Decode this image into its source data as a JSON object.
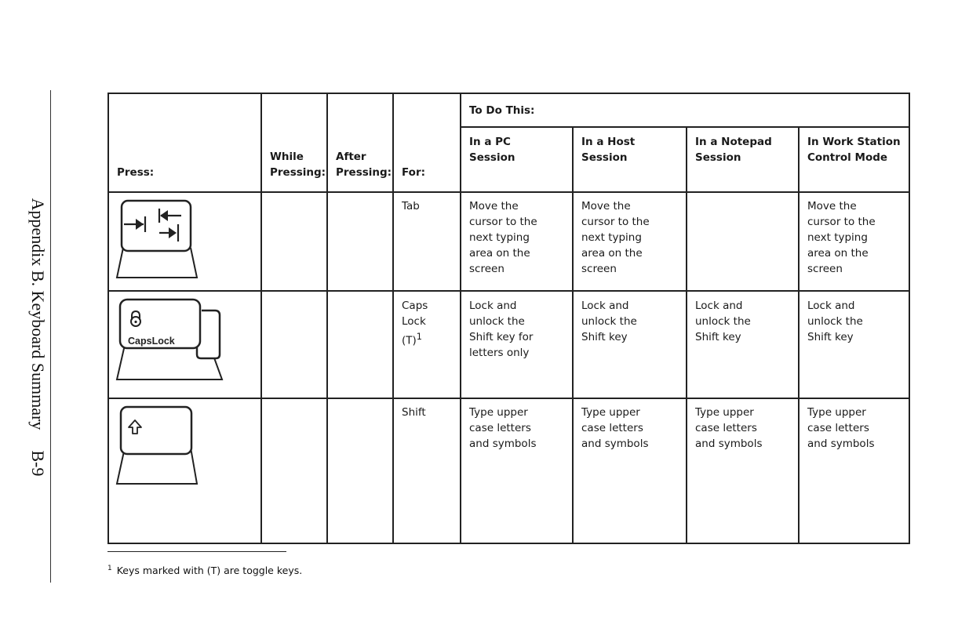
{
  "side": {
    "title": "Appendix B. Keyboard Summary",
    "page": "B-9"
  },
  "table": {
    "todo_header": "To Do This:",
    "headers": {
      "press": "Press:",
      "while": "While\nPressing:",
      "after": "After\nPressing:",
      "for": "For:",
      "pc": "In a PC\nSession",
      "host": "In a Host\nSession",
      "notepad": "In a Notepad\nSession",
      "wsc": "In Work Station\nControl Mode"
    },
    "rows": [
      {
        "key_icon": "tab-key-icon",
        "while": "",
        "after": "",
        "for": "Tab",
        "pc": "Move the\ncursor to the\nnext typing\narea on the\nscreen",
        "host": "Move the\ncursor to the\nnext typing\narea on the\nscreen",
        "notepad": "",
        "wsc": "Move the\ncursor to the\nnext typing\narea on the\nscreen"
      },
      {
        "key_icon": "caps-lock-key-icon",
        "key_label": "CapsLock",
        "while": "",
        "after": "",
        "for": "Caps\nLock\n(T)",
        "for_note": "1",
        "pc": "Lock and\nunlock the\nShift key for\nletters only",
        "host": "Lock and\nunlock the\nShift key",
        "notepad": "Lock and\nunlock the\nShift key",
        "wsc": "Lock and\nunlock the\nShift key"
      },
      {
        "key_icon": "shift-key-icon",
        "while": "",
        "after": "",
        "for": "Shift",
        "pc": "Type upper\ncase letters\nand symbols",
        "host": "Type upper\ncase letters\nand symbols",
        "notepad": "Type upper\ncase letters\nand symbols",
        "wsc": "Type upper\ncase letters\nand symbols"
      }
    ]
  },
  "footnote": {
    "mark": "1",
    "text": "Keys marked with (T) are toggle keys."
  }
}
